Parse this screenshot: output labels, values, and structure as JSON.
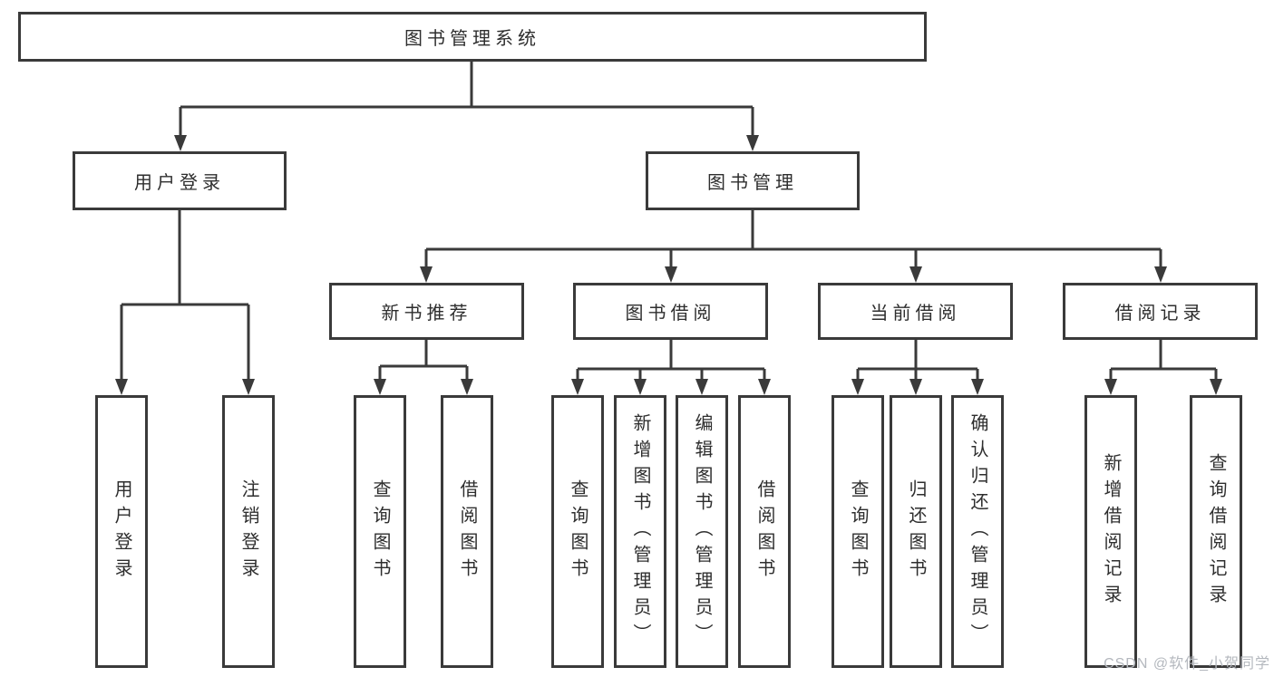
{
  "tree": {
    "root": {
      "label": "图书管理系统"
    },
    "branches": [
      {
        "label": "用户登录",
        "children": [
          {
            "label": "用户登录"
          },
          {
            "label": "注销登录"
          }
        ]
      },
      {
        "label": "图书管理",
        "children": [
          {
            "label": "新书推荐",
            "children": [
              {
                "label": "查询图书"
              },
              {
                "label": "借阅图书"
              }
            ]
          },
          {
            "label": "图书借阅",
            "children": [
              {
                "label": "查询图书"
              },
              {
                "label": "新增图书（管理员）"
              },
              {
                "label": "编辑图书（管理员）"
              },
              {
                "label": "借阅图书"
              }
            ]
          },
          {
            "label": "当前借阅",
            "children": [
              {
                "label": "查询图书"
              },
              {
                "label": "归还图书"
              },
              {
                "label": "确认归还（管理员）"
              }
            ]
          },
          {
            "label": "借阅记录",
            "children": [
              {
                "label": "新增借阅记录"
              },
              {
                "label": "查询借阅记录"
              }
            ]
          }
        ]
      }
    ]
  },
  "watermark": "CSDN @软件_小贺同学",
  "colors": {
    "line": "#3a3a3a",
    "text": "#2e2e2e",
    "watermark": "#b4b8be",
    "background": "#ffffff"
  }
}
